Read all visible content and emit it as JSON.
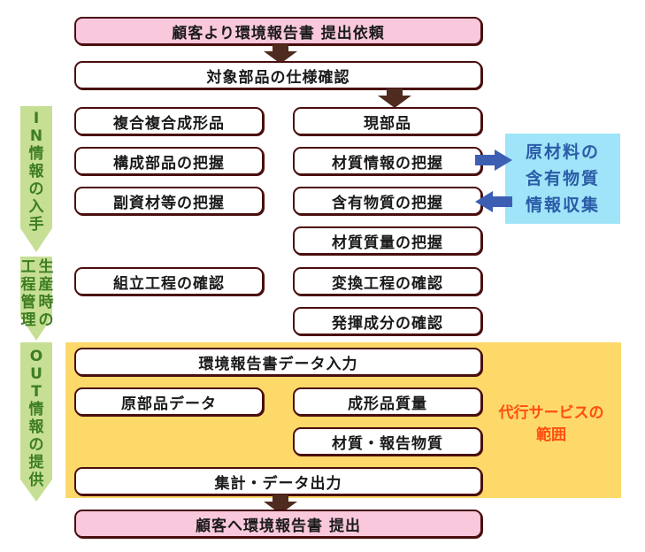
{
  "colors": {
    "box_border": "#4a0e0e",
    "pink_box": "#f9c8dc",
    "service_area": "#fdd96a",
    "info_box": "#9fe4f8",
    "info_text": "#2b5ca8",
    "service_text": "#ff4e12",
    "side_arrow": "#c6df95",
    "side_text": "#3e7d22",
    "brown_arrow": "#4e2b1e",
    "blue_arrow": "#3c5fb4"
  },
  "flow": {
    "start": "顧客より環境報告書 提出依頼",
    "spec_check": "対象部品の仕様確認",
    "end": "顧客へ環境報告書 提出"
  },
  "left_column": [
    "複合複合成形品",
    "構成部品の把握",
    "副資材等の把握",
    "組立工程の確認"
  ],
  "right_column": [
    "現部品",
    "材質情報の把握",
    "含有物質の把握",
    "材質質量の把握",
    "変換工程の確認",
    "発揮成分の確認"
  ],
  "info_box": {
    "lines": [
      "原材料の",
      "含有物質",
      "情報収集"
    ]
  },
  "output_section": {
    "data_input": "環境報告書データ入力",
    "original_parts_data": "原部品データ",
    "molded_mass": "成形品質量",
    "material_substances": "材質・報告物質",
    "aggregate_output": "集計・データ出力"
  },
  "service_scope": {
    "lines": [
      "代行サービスの",
      "範囲"
    ]
  },
  "side_labels": {
    "in": [
      "I",
      "N",
      "情",
      "報",
      "の",
      "入",
      "手"
    ],
    "production_col1": [
      "工",
      "程",
      "管",
      "理"
    ],
    "production_col2": [
      "生",
      "産",
      "時",
      "の"
    ],
    "out": [
      "O",
      "U",
      "T",
      "情",
      "報",
      "の",
      "提",
      "供"
    ]
  }
}
